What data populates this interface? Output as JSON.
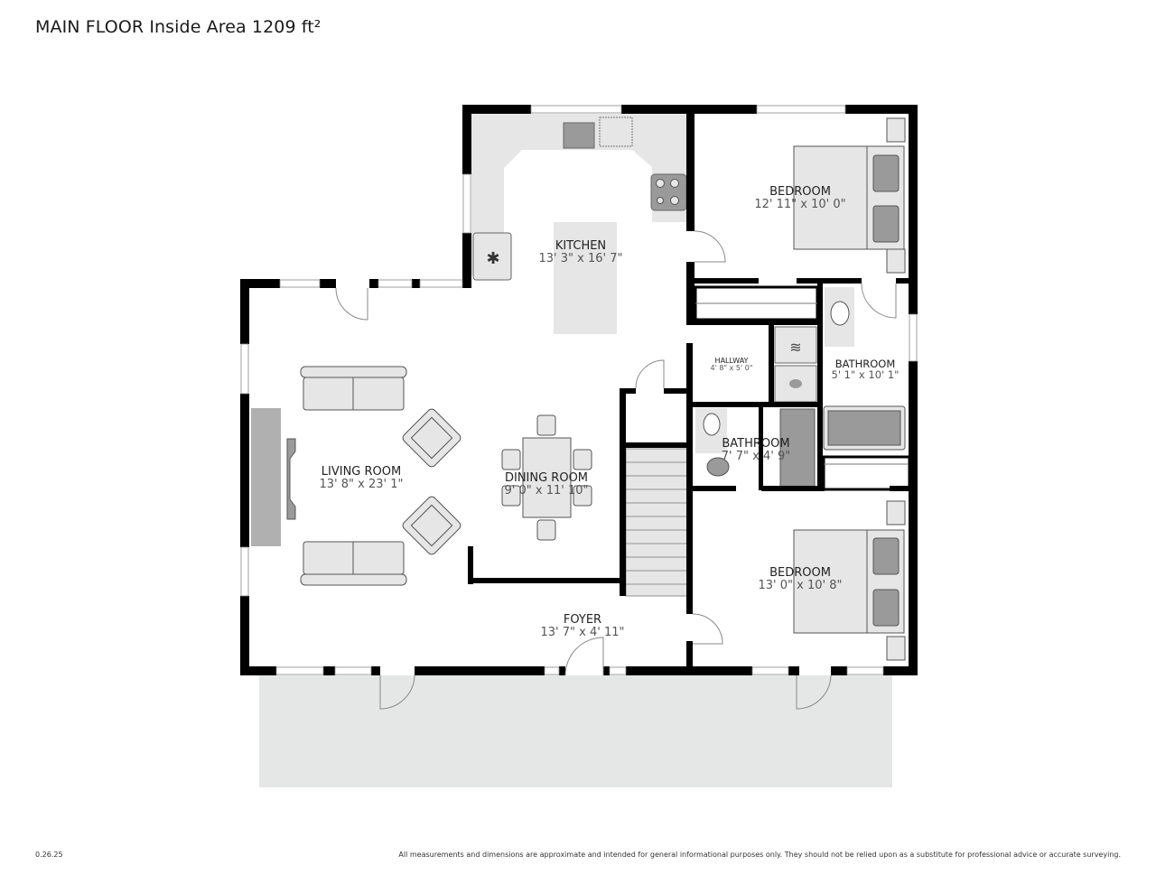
{
  "header": {
    "title": "MAIN FLOOR Inside Area 1209 ft²"
  },
  "rooms": {
    "kitchen": {
      "name": "KITCHEN",
      "dims": "13' 3\" x 16' 7\""
    },
    "bedroom_1": {
      "name": "BEDROOM",
      "dims": "12' 11\" x 10' 0\""
    },
    "living_room": {
      "name": "LIVING ROOM",
      "dims": "13' 8\" x 23' 1\""
    },
    "dining_room": {
      "name": "DINING ROOM",
      "dims": "9' 0\" x 11' 10\""
    },
    "hallway": {
      "name": "HALLWAY",
      "dims": "4' 8\" x 5' 0\""
    },
    "bathroom_1": {
      "name": "BATHROOM",
      "dims": "5' 1\" x 10' 1\""
    },
    "bathroom_2": {
      "name": "BATHROOM",
      "dims": "7' 7\" x 4' 9\""
    },
    "bedroom_2": {
      "name": "BEDROOM",
      "dims": "13' 0\" x 10' 8\""
    },
    "foyer": {
      "name": "FOYER",
      "dims": "13' 7\" x 4' 11\""
    }
  },
  "footer": {
    "version": "0.26.25",
    "disclaimer": "All measurements and dimensions are approximate and intended for general informational purposes only. They should not be relied upon as a substitute for professional advice or accurate surveying."
  },
  "colors": {
    "wall": "#000000",
    "fixture_fill": "#e6e6e6",
    "appliance_fill": "#9a9a9a",
    "deck_fill": "#e5e6e6"
  }
}
